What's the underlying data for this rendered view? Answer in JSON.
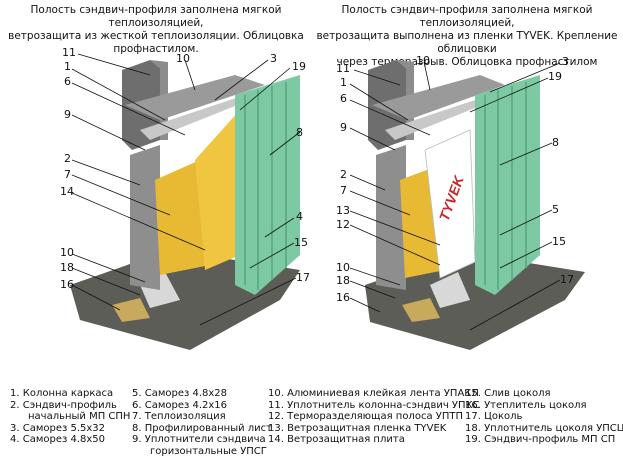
{
  "titles": {
    "left": "Полость сэндвич-профиля заполнена мягкой теплоизоляцией,\nветрозащита из жесткой теплоизоляции. Облицовка профнастилом.",
    "right": "Полость сэндвич-профиля заполнена мягкой теплоизоляцией,\nветрозащита выполнена из пленки TYVEK. Крепление облицовки\nчерез терморазрыв. Облицовка профнастилом"
  },
  "tyvek_mark": "TYVEK",
  "callouts": {
    "left": [
      "11",
      "10",
      "1",
      "6",
      "3",
      "19",
      "9",
      "8",
      "2",
      "7",
      "14",
      "4",
      "15",
      "10",
      "18",
      "16",
      "17"
    ],
    "right": [
      "11",
      "10",
      "1",
      "6",
      "3",
      "19",
      "9",
      "8",
      "2",
      "7",
      "13",
      "12",
      "5",
      "15",
      "10",
      "18",
      "16",
      "17"
    ]
  },
  "legend": {
    "col1": [
      "1.  Колонна каркаса",
      "2.  Сэндвич-профиль",
      "начальный МП СПН",
      "3.  Саморез  5.5х32",
      "4.  Саморез  4.8х50"
    ],
    "col2": [
      "5.  Саморез  4.8х28",
      "6.  Саморез  4.2х16",
      "7.  Теплоизоляция",
      "8.  Профилированный лист",
      "9.  Уплотнители сэндвича",
      "горизонтальные УПСГ"
    ],
    "col3": [
      "10.  Алюминиевая клейкая лента УПАКЛ",
      "11.  Уплотнитель колонна-сэндвич УПКС",
      "12.  Терморазделяющая полоса УПТП",
      "13.  Ветрозащитная пленка TYVEK",
      "14.  Ветрозащитная плита"
    ],
    "col4": [
      "15.  Слив цоколя",
      "16.  Утеплитель цоколя",
      "17.  Цоколь",
      "18.  Уплотнитель цоколя УПСЦ",
      "19.  Сэндвич-профиль МП СП"
    ]
  },
  "colors": {
    "steel_dark": "#6e6e6e",
    "steel": "#9a9a9a",
    "steel_light": "#c8c8c8",
    "insulation": "#e8b933",
    "profiled_sheet": "#7cc9a3",
    "base": "#5d5d57",
    "tyvek": "#ffffff",
    "tyvek_text": "#c62828",
    "plinth_insulation": "#c9a95c"
  }
}
